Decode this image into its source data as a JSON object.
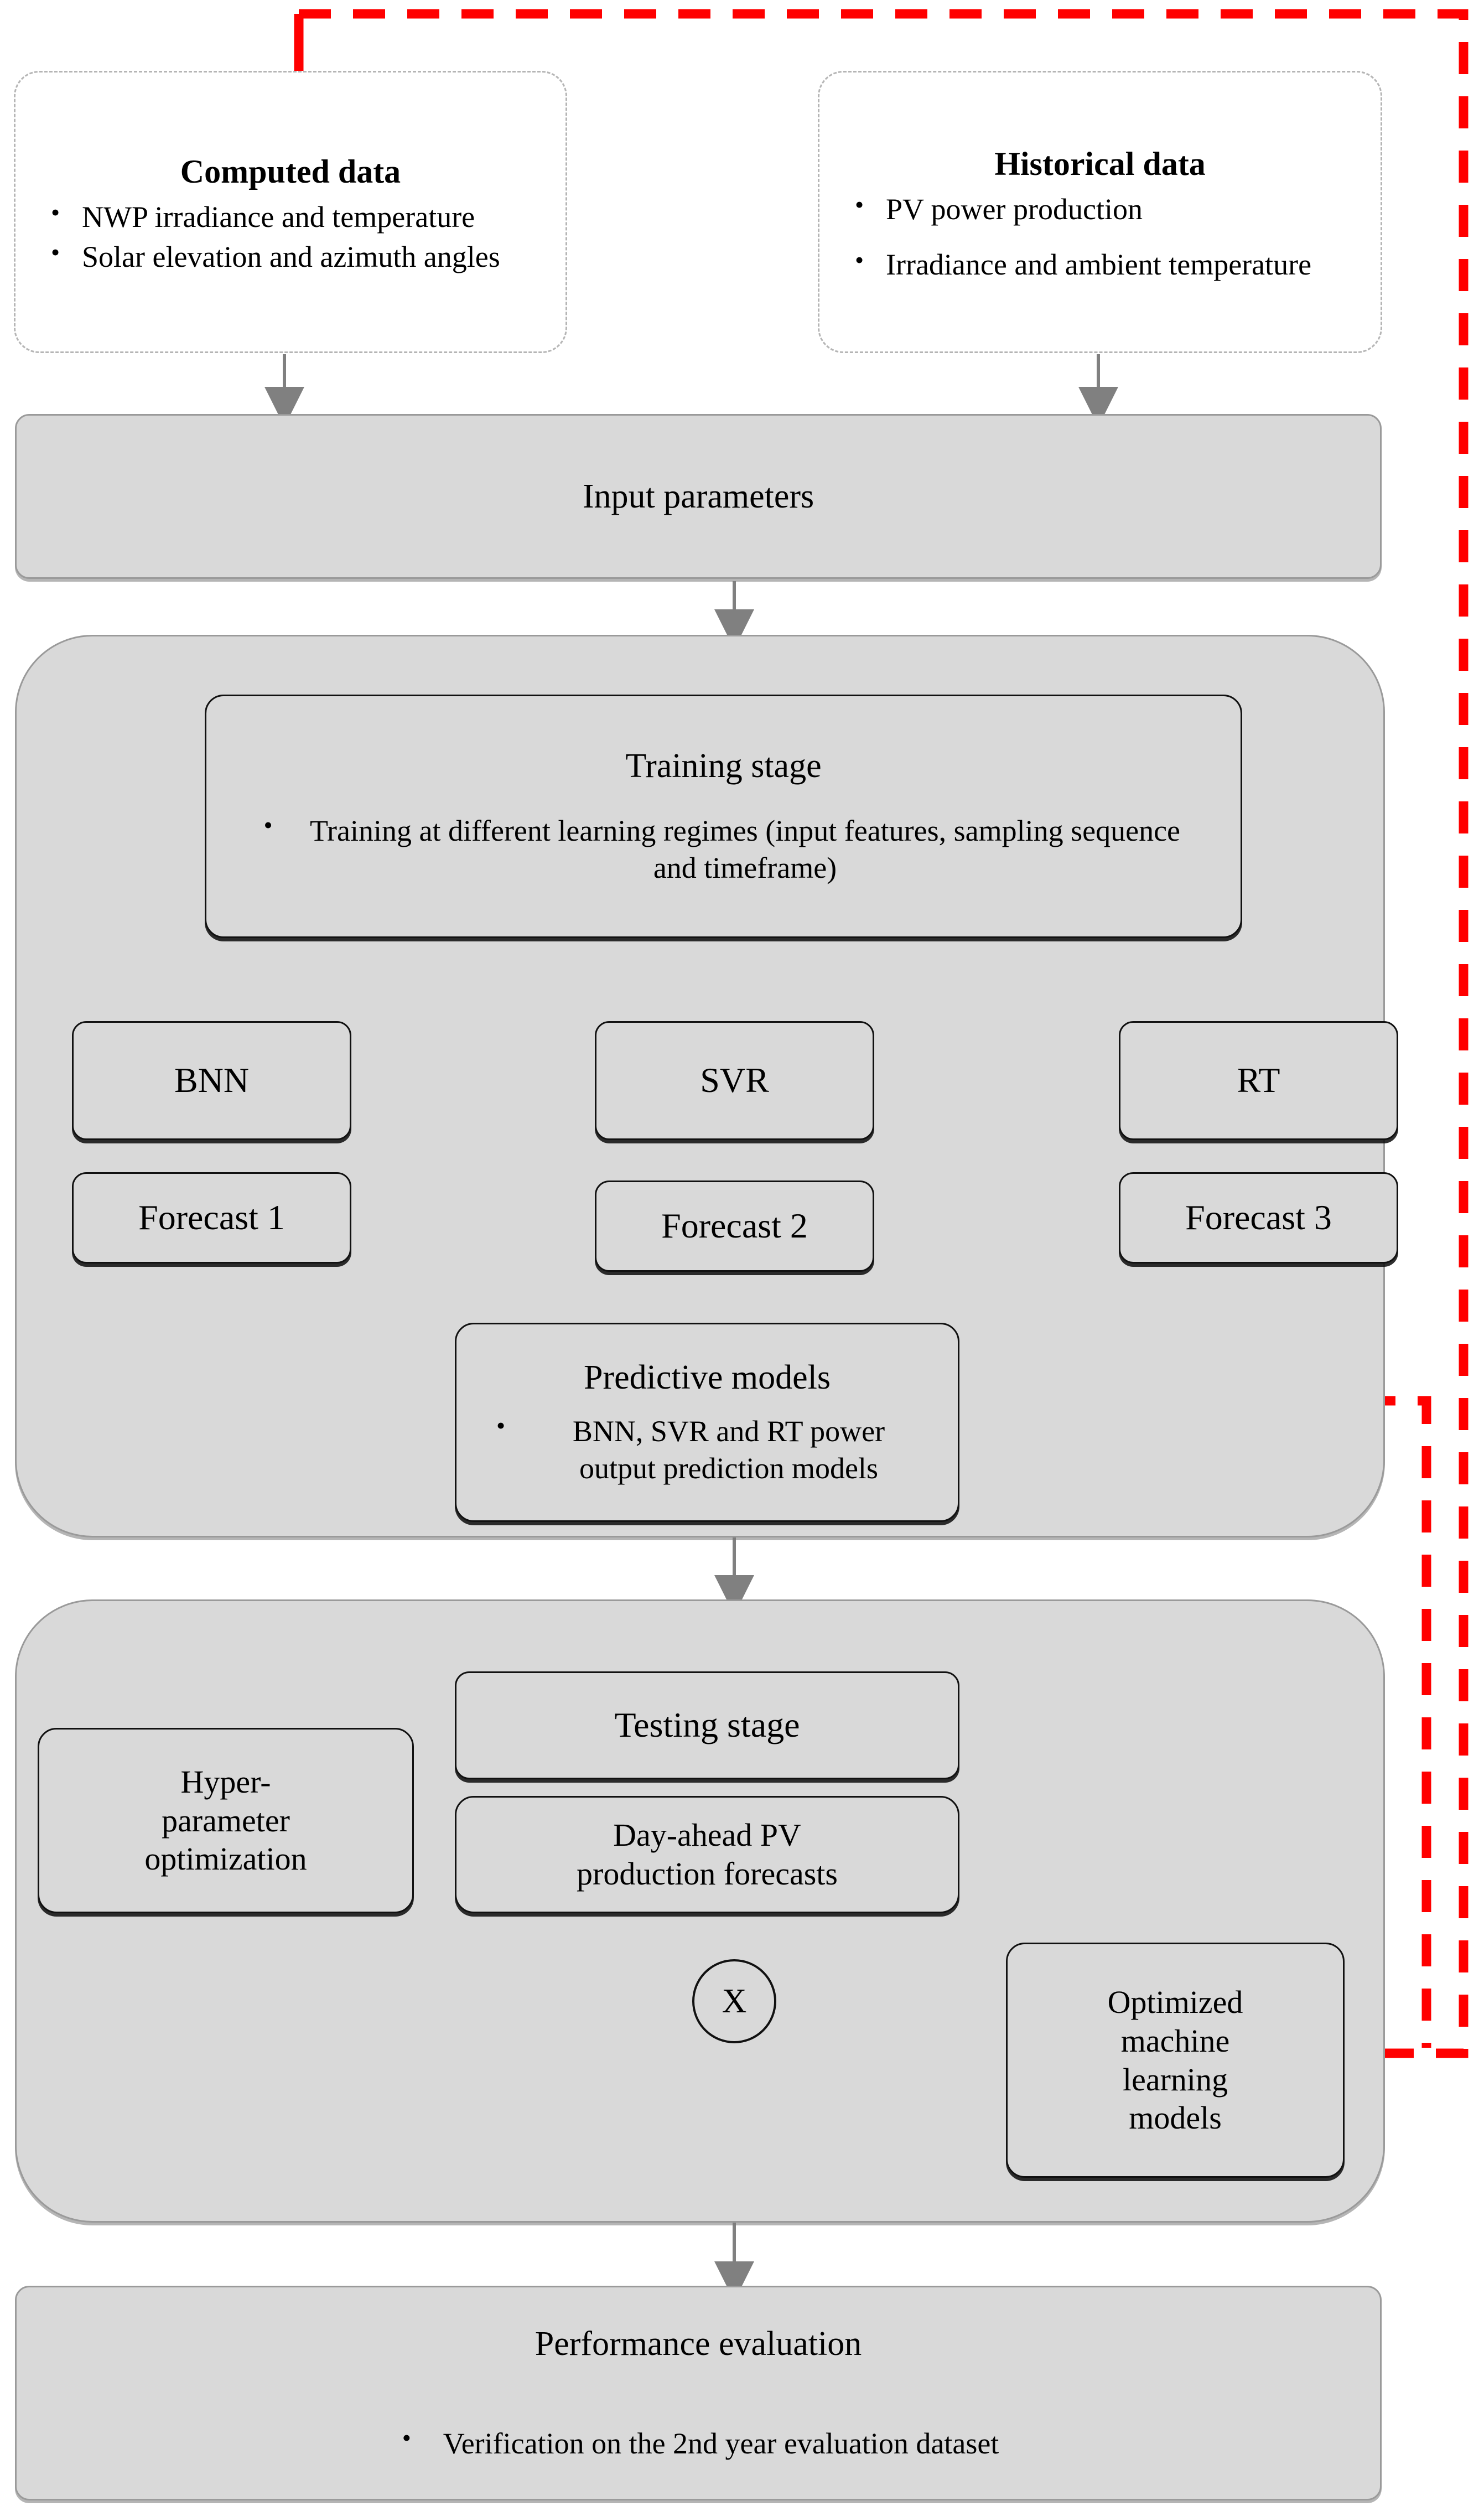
{
  "diagram": {
    "title": "PV power forecasting methodology flowchart",
    "colors": {
      "panel_fill": "#d9d9d9",
      "panel_stroke": "#9a9a9a",
      "box_stroke": "#111111",
      "dashed_stroke": "#b5b5b5",
      "feedback_red": "#ff0000",
      "arrow_gray": "#808080",
      "arrow_black": "#111111"
    }
  },
  "inputs": {
    "computed": {
      "title": "Computed data",
      "bullets": [
        "NWP irradiance  and temperature",
        "Solar elevation and azimuth angles"
      ]
    },
    "historical": {
      "title": "Historical data",
      "bullets": [
        "PV power production",
        "Irradiance  and ambient temperature"
      ]
    }
  },
  "input_parameters": {
    "label": "Input parameters"
  },
  "training": {
    "stage": {
      "title": "Training stage",
      "bullet": "Training at different learning regimes (input features, sampling sequence and timeframe)"
    },
    "models": [
      {
        "name": "BNN",
        "forecast": "Forecast 1"
      },
      {
        "name": "SVR",
        "forecast": "Forecast 2"
      },
      {
        "name": "RT",
        "forecast": "Forecast 3"
      }
    ],
    "predictive_models": {
      "title": "Predictive models",
      "bullet": "BNN, SVR and RT power output prediction models"
    }
  },
  "testing": {
    "stage_label": "Testing stage",
    "hyperparameter_label": "Hyper-\nparameter\noptimization",
    "day_ahead_label": "Day-ahead PV\nproduction forecasts",
    "multiply_symbol": "X",
    "optimized_models_label": "Optimized\nmachine\nlearning\nmodels"
  },
  "performance": {
    "title": "Performance evaluation",
    "bullet": "Verification on the 2nd year evaluation dataset"
  }
}
